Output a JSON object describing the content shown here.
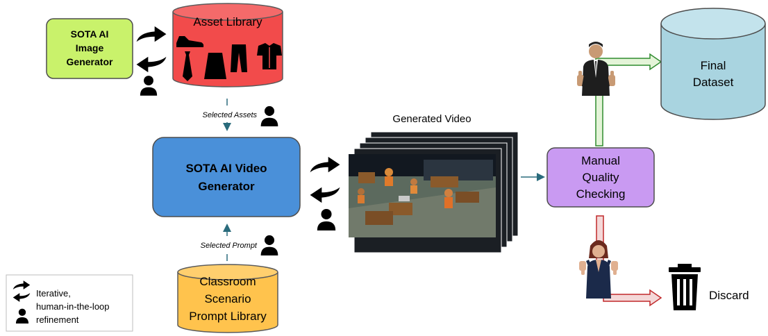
{
  "nodes": {
    "image_generator": {
      "line1": "SOTA AI",
      "line2": "Image",
      "line3": "Generator"
    },
    "asset_library": {
      "label": "Asset Library"
    },
    "video_generator": {
      "line1": "SOTA AI Video",
      "line2": "Generator"
    },
    "prompt_library": {
      "line1": "Classroom",
      "line2": "Scenario",
      "line3": "Prompt Library"
    },
    "generated_video": {
      "label": "Generated Video"
    },
    "quality_check": {
      "line1": "Manual",
      "line2": "Quality",
      "line3": "Checking"
    },
    "final_dataset": {
      "line1": "Final",
      "line2": "Dataset"
    },
    "discard": {
      "label": "Discard"
    }
  },
  "edges": {
    "selected_assets": "Selected Assets",
    "selected_prompt": "Selected Prompt"
  },
  "legend": {
    "line1": "Iterative,",
    "line2": "human-in-the-loop",
    "line3": "refinement"
  },
  "colors": {
    "image_generator_fill": "#c9f26b",
    "asset_library_fill": "#f24b4b",
    "video_generator_fill": "#4a90d9",
    "prompt_library_fill": "#ffc34d",
    "quality_check_fill": "#c99af2",
    "final_dataset_fill": "#a9d4e0",
    "approve_arrow": "#2e8b2e",
    "reject_arrow": "#c0282a",
    "flow_arrow": "#2a6b7c"
  },
  "icons": [
    "shoe-icon",
    "tie-icon",
    "skirt-icon",
    "trousers-icon",
    "shirt-icon",
    "person-icon",
    "curved-arrow-icon",
    "trash-icon",
    "thumbs-up-person-icon",
    "thumbs-down-person-icon"
  ]
}
